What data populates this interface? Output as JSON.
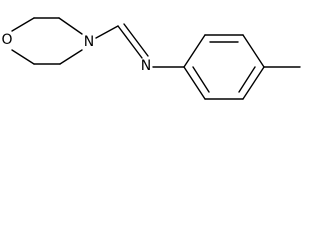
{
  "molecule": {
    "atoms": {
      "oxygen": "O",
      "morpholine_nitrogen": "N",
      "imine_nitrogen": "N"
    }
  },
  "colors": {
    "bond": "#000000",
    "label": "#000000",
    "background": "#ffffff"
  }
}
